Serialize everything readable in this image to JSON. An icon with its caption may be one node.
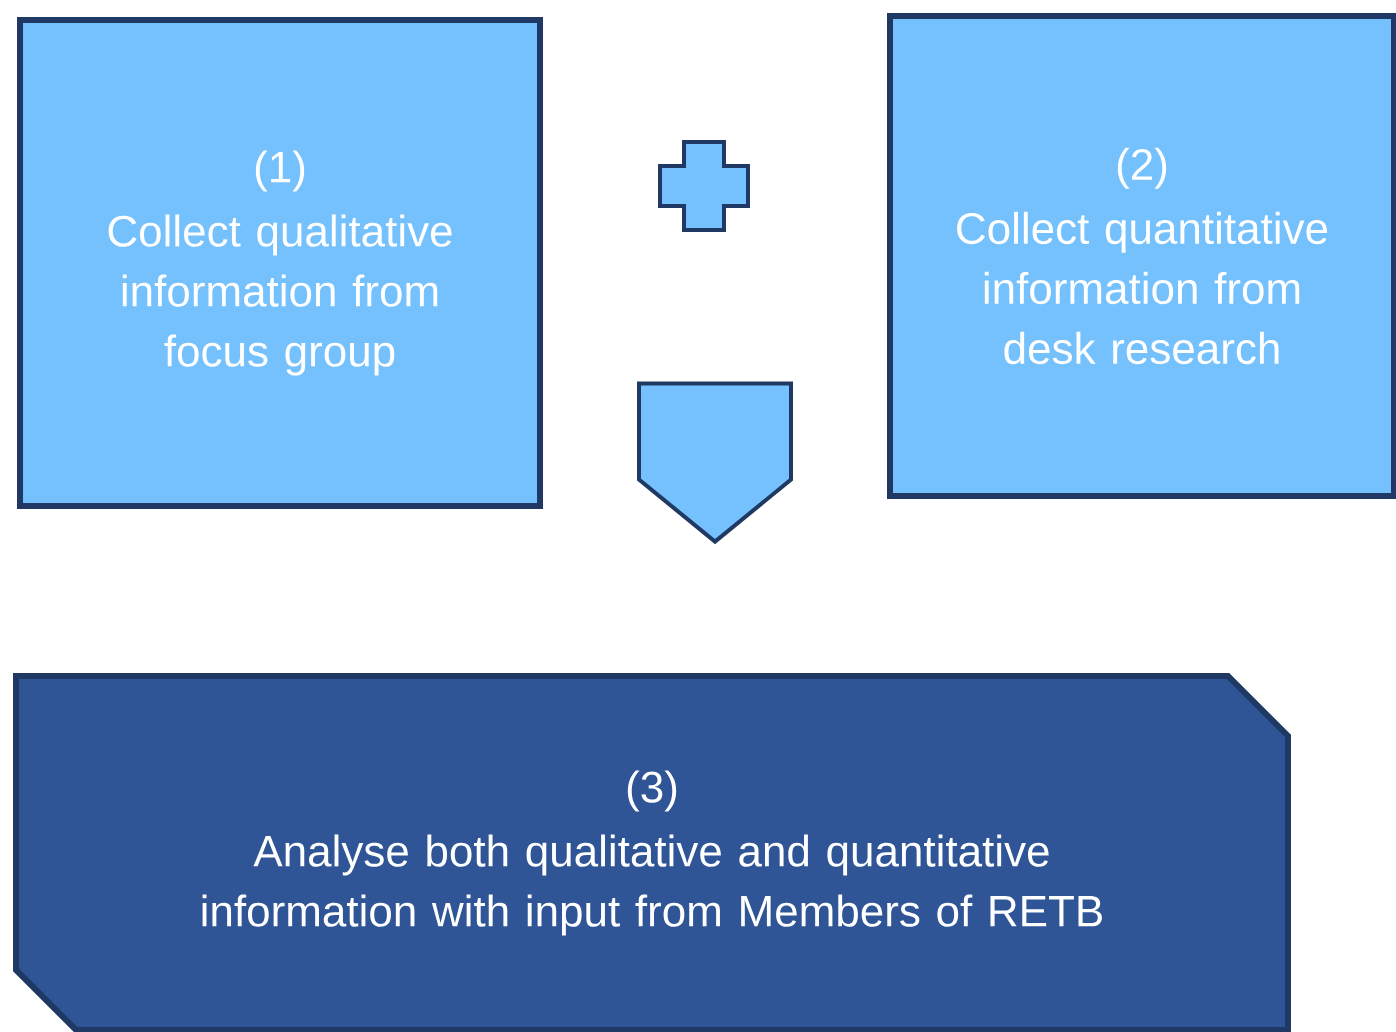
{
  "diagram": {
    "nodes": [
      {
        "text": [
          "(1)",
          "Collect qualitative information from focus group"
        ]
      },
      {
        "text": [
          "(2)",
          "Collect quantitative information from desk research"
        ]
      },
      {
        "text": [
          "(3)",
          "Analyse both qualitative and quantitative information with input from Members of RETB"
        ]
      }
    ],
    "edges": [
      {
        "from": 0,
        "to": 2,
        "arrow": "to"
      },
      {
        "from": 1,
        "to": 2,
        "arrow": "to"
      }
    ]
  }
}
